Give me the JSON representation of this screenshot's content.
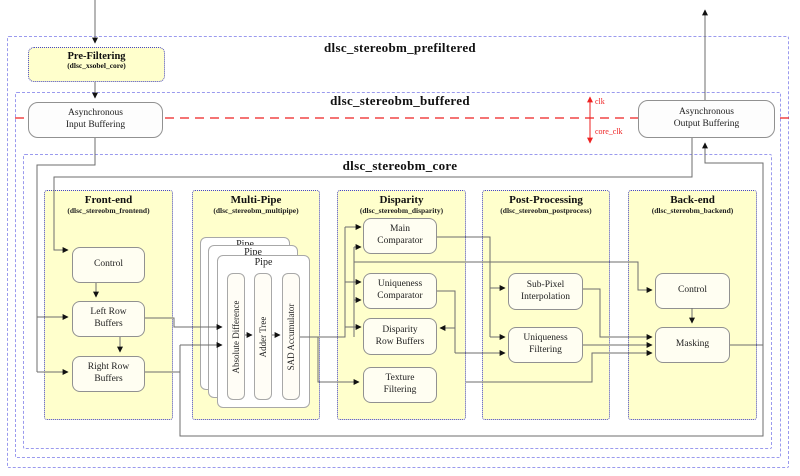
{
  "diagram": {
    "containers": [
      {
        "name": "prefiltered",
        "label": "dlsc_stereobm_prefiltered"
      },
      {
        "name": "buffered",
        "label": "dlsc_stereobm_buffered"
      },
      {
        "name": "core",
        "label": "dlsc_stereobm_core"
      }
    ],
    "prefilter": {
      "title": "Pre-Filtering",
      "subtitle": "(dlsc_xsobel_core)"
    },
    "async_in": {
      "label": "Asynchronous\nInput Buffering"
    },
    "async_out": {
      "label": "Asynchronous\nOutput Buffering"
    },
    "clock": {
      "clk_label": "clk",
      "core_clk_label": "core_clk"
    },
    "panels": [
      {
        "title": "Front-end",
        "subtitle": "(dlsc_stereobm_frontend)",
        "blocks": [
          "Control",
          "Left Row\nBuffers",
          "Right Row\nBuffers"
        ]
      },
      {
        "title": "Multi-Pipe",
        "subtitle": "(dlsc_stereobm_multipipe)",
        "pipe_label": "Pipe",
        "stages": [
          "Absolute Difference",
          "Adder Tree",
          "SAD Accumulator"
        ]
      },
      {
        "title": "Disparity",
        "subtitle": "(dlsc_stereobm_disparity)",
        "blocks": [
          "Main\nComparator",
          "Uniqueness\nComparator",
          "Disparity\nRow Buffers",
          "Texture\nFiltering"
        ]
      },
      {
        "title": "Post-Processing",
        "subtitle": "(dlsc_stereobm_postprocess)",
        "blocks": [
          "Sub-Pixel\nInterpolation",
          "Uniqueness\nFiltering"
        ]
      },
      {
        "title": "Back-end",
        "subtitle": "(dlsc_stereobm_backend)",
        "blocks": [
          "Control",
          "Masking"
        ]
      }
    ],
    "colors": {
      "panel_fill": "#ffffcc",
      "panel_border": "#4444cc",
      "container_border": "#9a9aee",
      "block_fill": "#fffef2",
      "block_border": "#919191",
      "wire": "#6e6e6e",
      "clock_red": "#ee2222"
    }
  }
}
